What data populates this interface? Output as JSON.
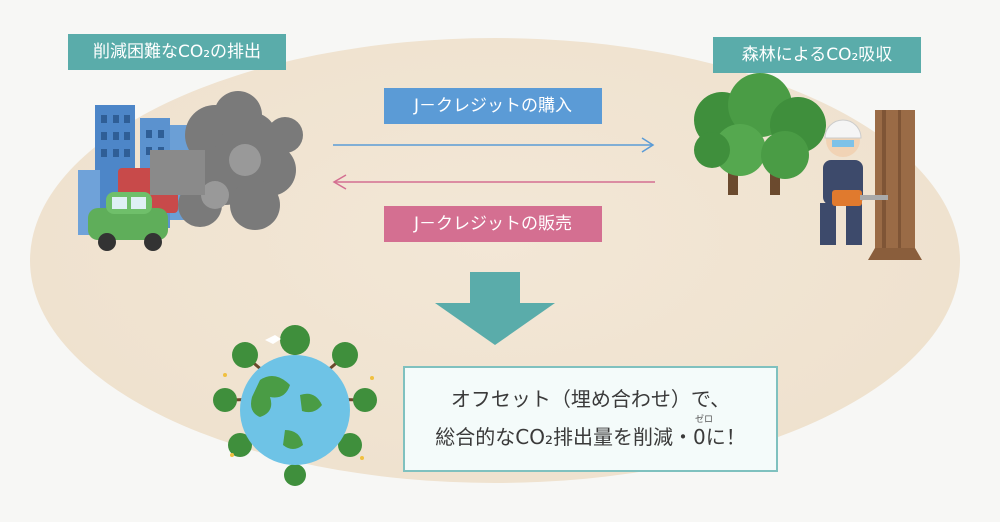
{
  "labels": {
    "left_title": "削減困難なCO₂の排出",
    "right_title": "森林によるCO₂吸収",
    "buy": "J－クレジットの購入",
    "sell": "J－クレジットの販売"
  },
  "result": {
    "line1": "オフセット（埋め合わせ）で、",
    "line2": "総合的なCO₂排出量を削減・0に！",
    "ruby": "ゼロ"
  },
  "colors": {
    "teal": "#5aacaa",
    "blue": "#5b9bd6",
    "pink": "#d46f91",
    "background_ellipse": "#efe2cf"
  }
}
